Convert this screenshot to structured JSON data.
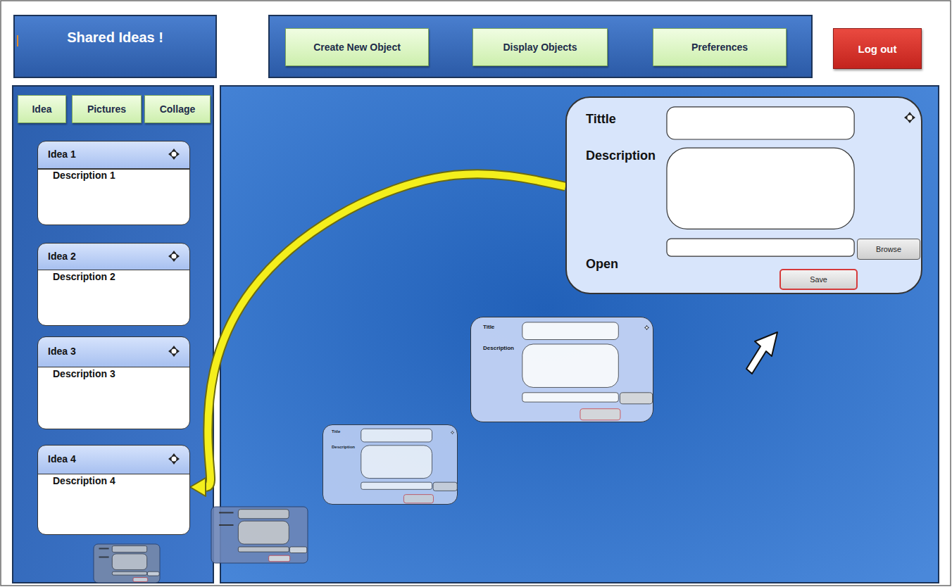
{
  "diagram": {
    "nodes": [
      {
        "text": [
          "Shared Ideas !"
        ]
      },
      {
        "text": [
          "Create New Object"
        ]
      },
      {
        "text": [
          "Display Objects"
        ]
      },
      {
        "text": [
          "Preferences"
        ]
      },
      {
        "text": [
          "Log out"
        ]
      },
      {
        "text": [
          "Idea"
        ]
      },
      {
        "text": [
          "Pictures"
        ]
      },
      {
        "text": [
          "Collage"
        ]
      },
      {
        "text": [
          "Idea 1",
          "Description 1"
        ]
      },
      {
        "text": [
          "Idea 2",
          "Description 2"
        ]
      },
      {
        "text": [
          "Idea 3",
          "Description 3"
        ]
      },
      {
        "text": [
          "Idea 4",
          "Description 4"
        ]
      },
      {
        "text": [
          "Tittle",
          "Description",
          "Open"
        ]
      },
      {
        "text": [
          "Browse"
        ],
        "in": 12
      },
      {
        "text": [
          "Save"
        ],
        "in": 12
      },
      {
        "text": [
          "Title",
          "Description"
        ]
      },
      {
        "text": [
          "Title",
          "Description"
        ]
      }
    ],
    "edges": [
      {
        "from": 12,
        "to": 11,
        "arrow": "to"
      }
    ]
  }
}
